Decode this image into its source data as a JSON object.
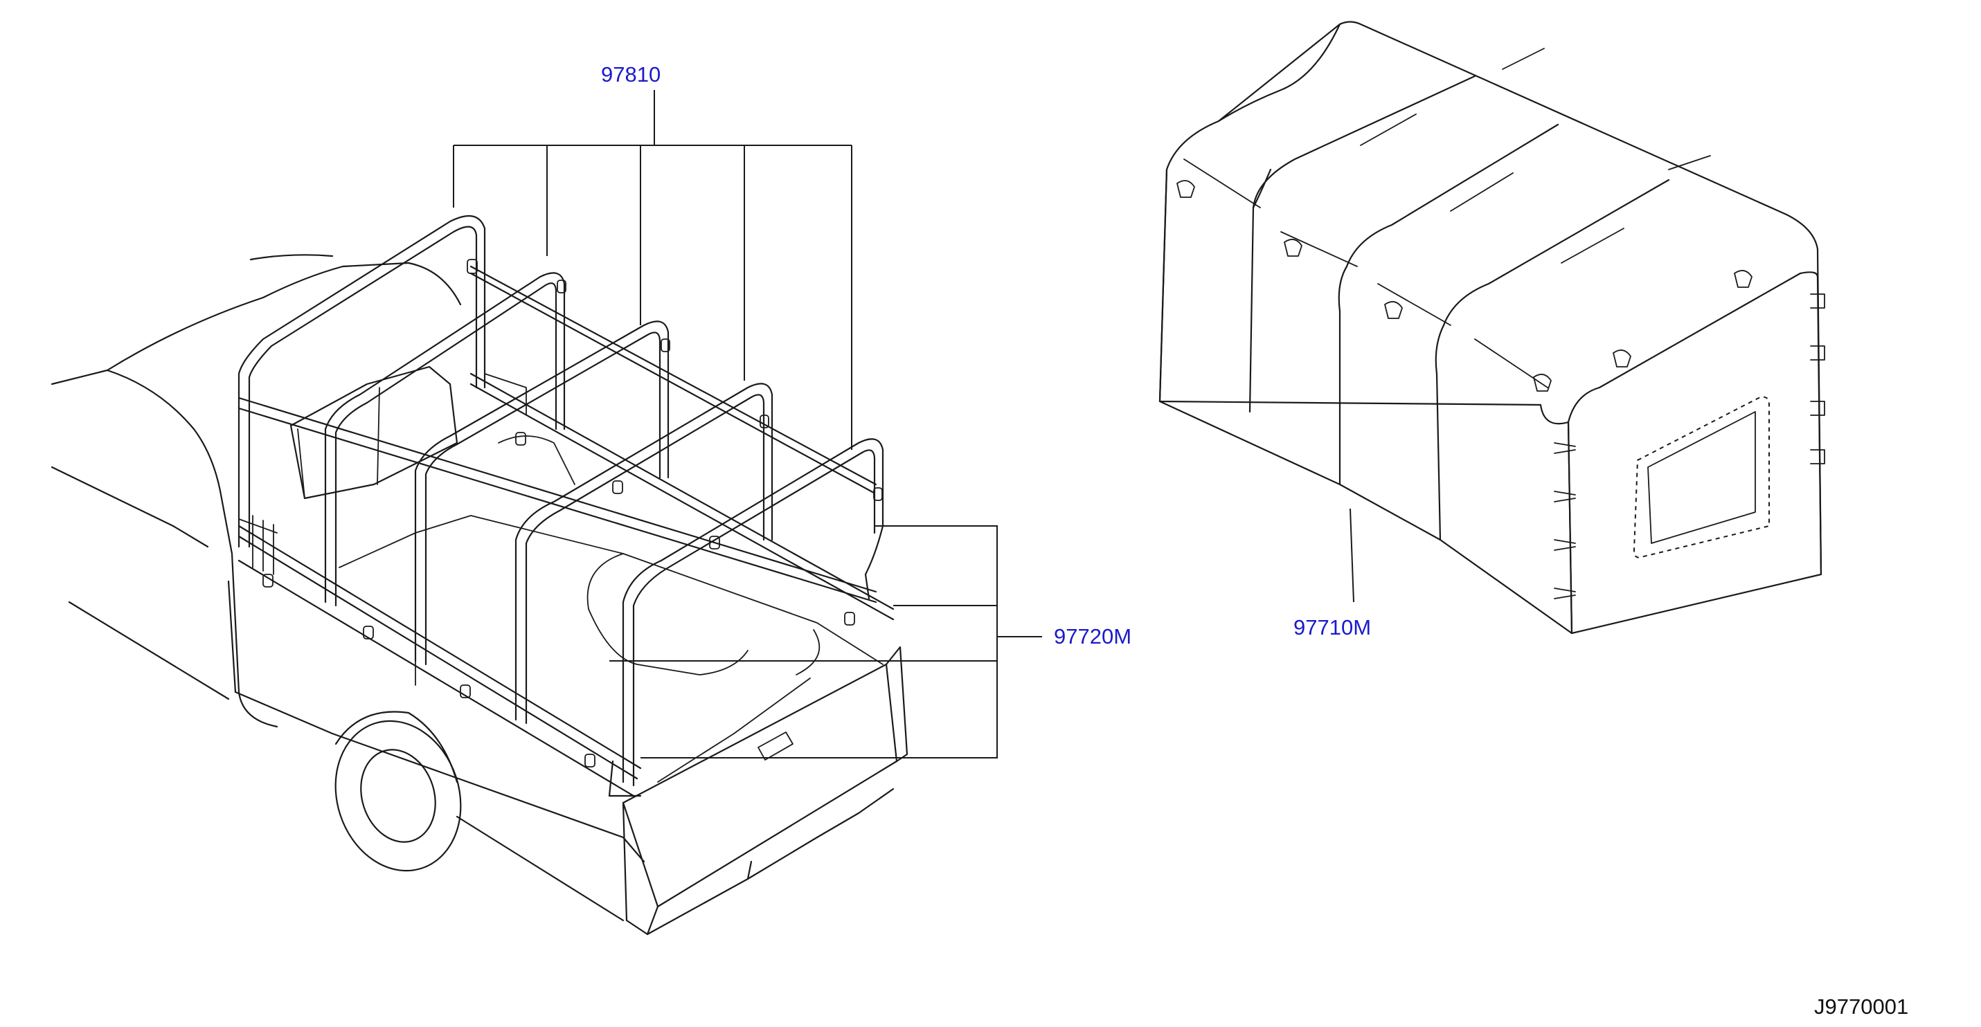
{
  "callouts": {
    "frame_part": "97810",
    "bracket_part": "97720M",
    "cover_part": "97710M"
  },
  "figure_code": "J9770001",
  "colors": {
    "callout_text": "#1a1acc",
    "line_art": "#1a1a1a",
    "background": "#ffffff"
  }
}
